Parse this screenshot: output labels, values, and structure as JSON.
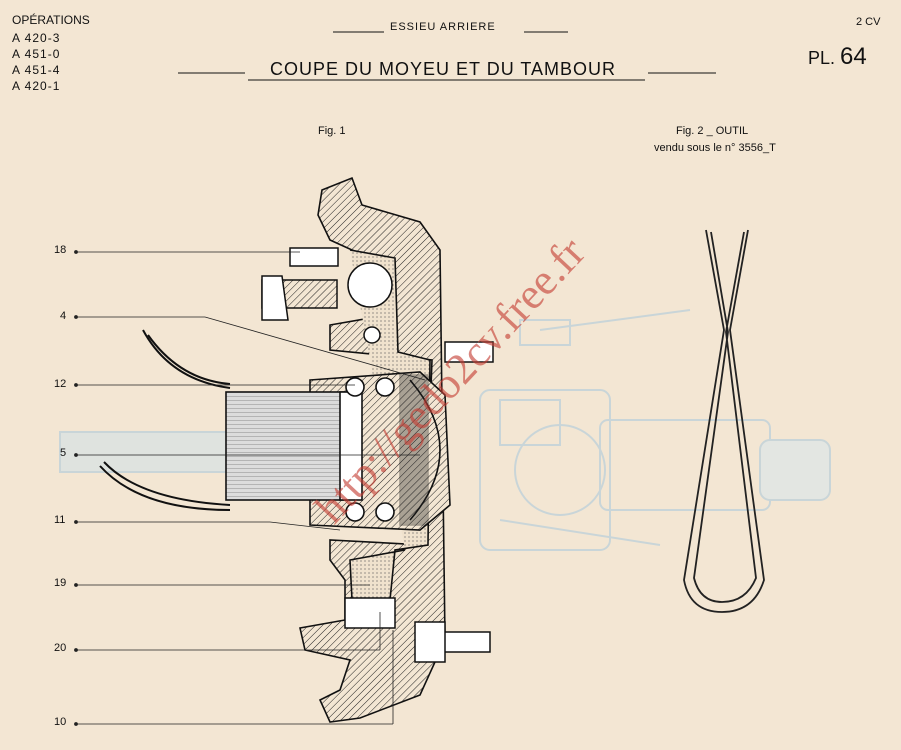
{
  "header": {
    "operations_title": "OPÉRATIONS",
    "operations": [
      "A 420-3",
      "A 451-0",
      "A 451-4",
      "A 420-1"
    ],
    "section": "ESSIEU ARRIERE",
    "title": "COUPE DU MOYEU ET DU TAMBOUR",
    "model": "2 CV",
    "plate_prefix": "PL.",
    "plate_number": "64"
  },
  "figures": {
    "fig1_label": "Fig. 1",
    "fig2_label": "Fig. 2 _ OUTIL",
    "fig2_sub": "vendu sous le n° 3556_T"
  },
  "callouts": [
    "18",
    "4",
    "12",
    "5",
    "11",
    "19",
    "20",
    "10"
  ],
  "watermark": "http://gedo2cv.free.fr",
  "colors": {
    "paper": "#f3e6d3",
    "ink": "#111111",
    "ghost": "#cfd9dc",
    "watermark": "#c43c32"
  }
}
